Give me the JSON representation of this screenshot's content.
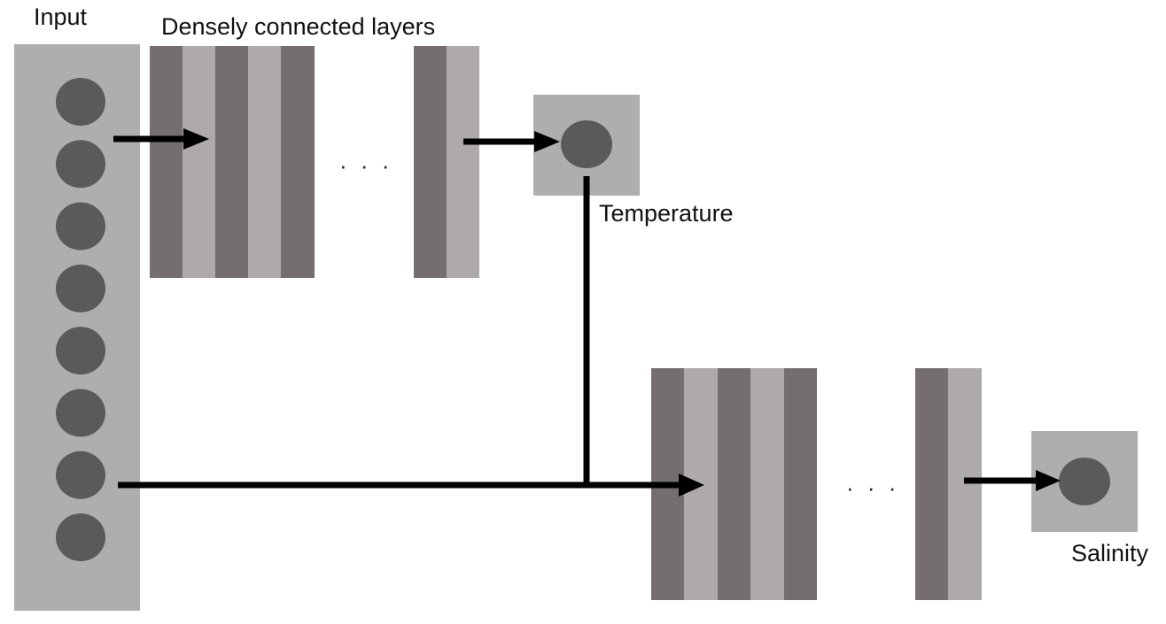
{
  "labels": {
    "input": "Input",
    "dense": "Densely connected layers",
    "temperature": "Temperature",
    "salinity": "Salinity",
    "ellipsis": "· · ·"
  },
  "colors": {
    "panel": "#b0adad",
    "dark_stripe": "#746e6e",
    "light_stripe": "#aeaaaa",
    "node": "#5a5a5a",
    "arrow": "#000000"
  },
  "input_node_count": 8
}
